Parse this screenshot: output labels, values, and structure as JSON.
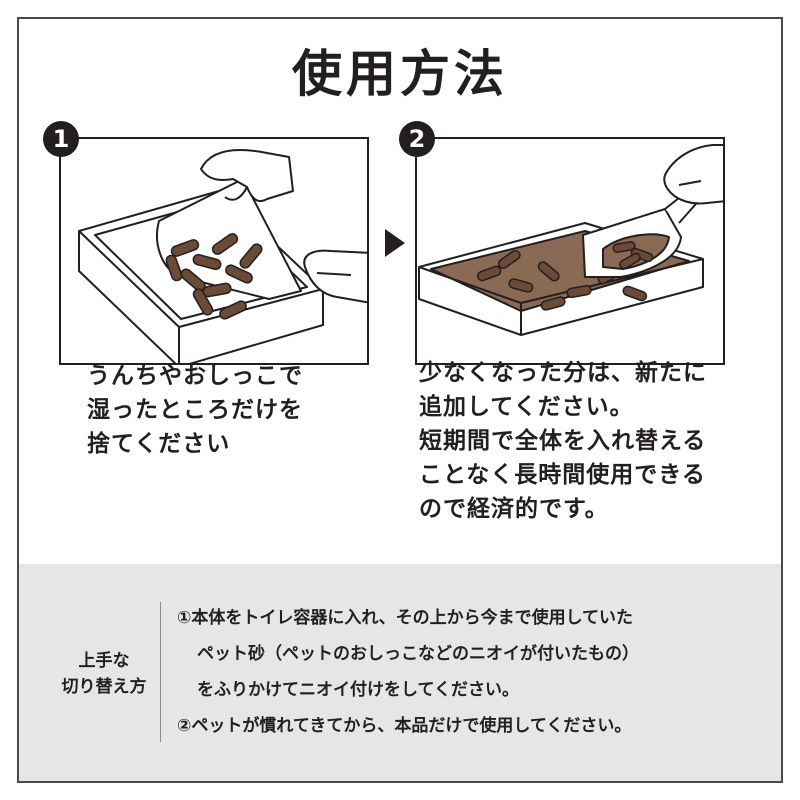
{
  "title": "使用方法",
  "steps": [
    {
      "number": "1",
      "lines": [
        "うんちやおしっこで",
        "湿ったところだけを",
        "捨てください"
      ]
    },
    {
      "number": "2",
      "lines": [
        "少なくなった分は、新たに",
        "追加してください。",
        "短期間で全体を入れ替える",
        "ことなく長時間使用できる",
        "ので経済的です。"
      ]
    }
  ],
  "tips": {
    "label_lines": [
      "上手な",
      "切り替え方"
    ],
    "lines": [
      "①本体をトイレ容器に入れ、その上から今まで使用していた",
      "ペット砂（ペットのおしっこなどのニオイが付いたもの）",
      "をふりかけてニオイ付けをしてください。",
      "②ペットが慣れてきてから、本品だけで使用してください。"
    ]
  },
  "colors": {
    "ink": "#231f20",
    "pellet": "#6b4a36",
    "soil": "#8a6a55",
    "tips_bg": "#e6e6e6"
  },
  "icons": [
    "step-arrow-icon",
    "litter-tray-icon",
    "hand-icon",
    "scoop-icon"
  ]
}
